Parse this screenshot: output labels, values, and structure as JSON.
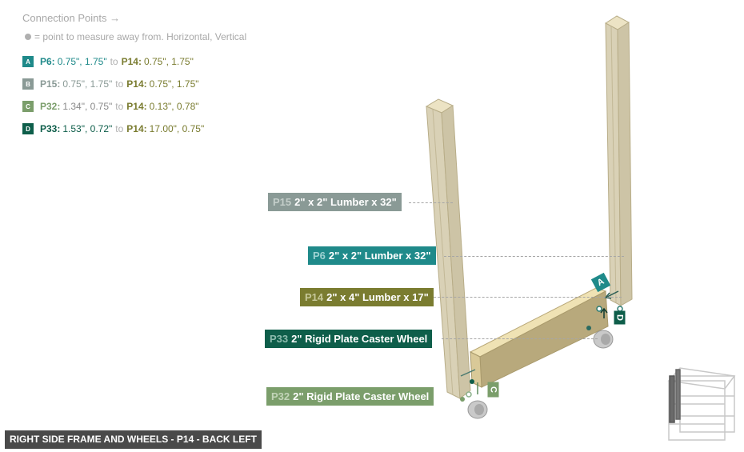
{
  "legend": {
    "title": "Connection Points →",
    "note": "= point to measure away from. Horizontal, Vertical",
    "connections": [
      {
        "badge": "A",
        "color": "#1f8a8a",
        "from_part": "P6:",
        "from_value": "0.75\", 1.75\"",
        "to": "to",
        "to_part": "P14:",
        "to_value": "0.75\", 1.75\""
      },
      {
        "badge": "B",
        "color": "#8a9a96",
        "from_part": "P15:",
        "from_value": "0.75\", 1.75\"",
        "to": "to",
        "to_part": "P14:",
        "to_value": "0.75\", 1.75\""
      },
      {
        "badge": "C",
        "color": "#7b9e6b",
        "from_part": "P32:",
        "from_value": "1.34\", 0.75\"",
        "to": "to",
        "to_part": "P14:",
        "to_value": "0.13\", 0.78\""
      },
      {
        "badge": "D",
        "color": "#0e5e4a",
        "from_part": "P33:",
        "from_value": "1.53\", 0.72\"",
        "to": "to",
        "to_part": "P14:",
        "to_value": "17.00\", 0.75\""
      }
    ]
  },
  "parts": [
    {
      "id": "P15",
      "desc": "2\" x 2\" Lumber x 32\"",
      "color": "#8a9a96",
      "id_color": "#c4ceca"
    },
    {
      "id": "P6",
      "desc": "2\" x 2\" Lumber x 32\"",
      "color": "#1f8a8a",
      "id_color": "#9fd2d2"
    },
    {
      "id": "P14",
      "desc": "2\" x 4\" Lumber  x 17\"",
      "color": "#7a7c30",
      "id_color": "#c6c89a"
    },
    {
      "id": "P33",
      "desc": "2\" Rigid Plate Caster Wheel",
      "color": "#0e5e4a",
      "id_color": "#8cbcae"
    },
    {
      "id": "P32",
      "desc": "2\" Rigid Plate Caster Wheel",
      "color": "#7b9e6b",
      "id_color": "#c2d4b8"
    }
  ],
  "markers": {
    "a": "A",
    "c": "C",
    "d": "D"
  },
  "footer": {
    "title": "RIGHT SIDE FRAME AND WHEELS - P14 - BACK LEFT"
  }
}
